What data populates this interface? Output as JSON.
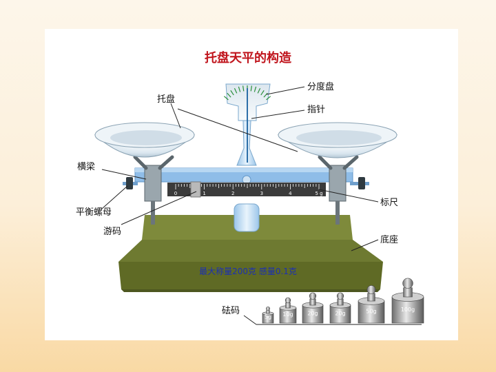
{
  "title": "托盘天平的构造",
  "labels": {
    "dial": "分度盘",
    "pointer": "指针",
    "pan": "托盘",
    "beam": "横梁",
    "balance_nut": "平衡螺母",
    "rider": "游码",
    "scale": "标尺",
    "base": "底座",
    "weights": "砝码"
  },
  "capacity_text": "最大称量200克  感量0.1克",
  "scale_ticks": [
    "0",
    "1",
    "2",
    "3",
    "4",
    "5 g"
  ],
  "weight_items": [
    "5g",
    "10g",
    "20g",
    "20g",
    "50g",
    "100g"
  ],
  "colors": {
    "title": "#c0141c",
    "caption": "#1b2fb4",
    "beam": "#8fbde8",
    "base_top": "#7e8a3b",
    "base_side": "#5f6a25",
    "scale_bar": "#3b3b3b"
  }
}
